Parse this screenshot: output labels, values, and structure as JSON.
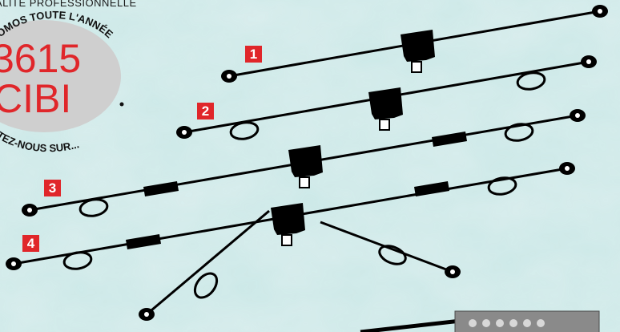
{
  "header": {
    "tagline": "ALITÉ PROFESSIONNELLE"
  },
  "promo": {
    "top_text": "PROMOS TOUTE L'ANNÉE",
    "bottom_text": "SULTEZ-NOUS SUR...",
    "number": "3615",
    "service": "CIBI"
  },
  "antennas": [
    {
      "label": "1"
    },
    {
      "label": "2"
    },
    {
      "label": "3"
    },
    {
      "label": "4"
    }
  ],
  "colors": {
    "background": "#bfe0df",
    "badge": "#e0262a",
    "promo_text": "#e0262a",
    "wire": "#000000",
    "oval": "#cfcfcf"
  },
  "icons": [
    "balun-icon",
    "coil-trap-icon",
    "loading-coil-icon",
    "insulator-icon",
    "device-icon"
  ]
}
